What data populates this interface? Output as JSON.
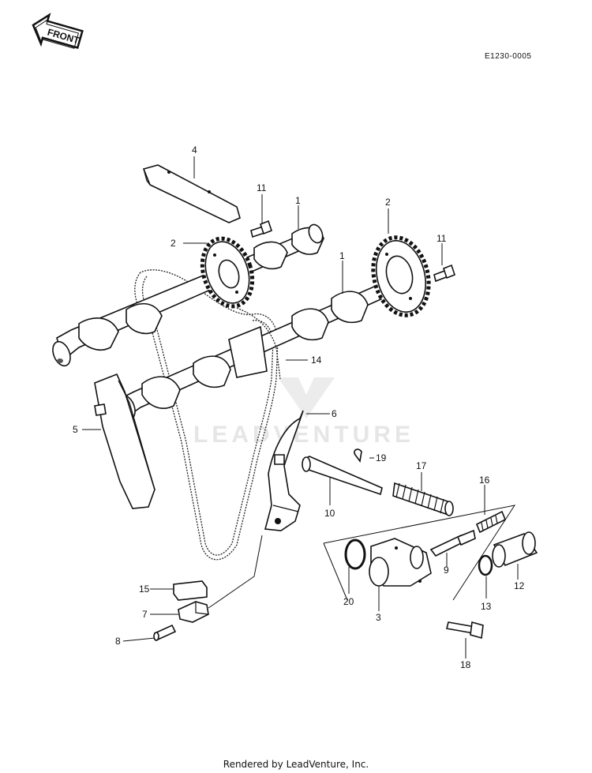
{
  "diagram": {
    "code": "E1230-0005",
    "front_label": "FRONT",
    "watermark": "LEADVENTURE",
    "footer": "Rendered by LeadVenture, Inc."
  },
  "callouts": {
    "c1a": "1",
    "c1b": "1",
    "c2a": "2",
    "c2b": "2",
    "c3": "3",
    "c4": "4",
    "c5": "5",
    "c6": "6",
    "c7": "7",
    "c8": "8",
    "c9": "9",
    "c10": "10",
    "c11a": "11",
    "c11b": "11",
    "c12": "12",
    "c13": "13",
    "c14": "14",
    "c15": "15",
    "c16": "16",
    "c17": "17",
    "c18": "18",
    "c19": "19",
    "c20": "20"
  }
}
